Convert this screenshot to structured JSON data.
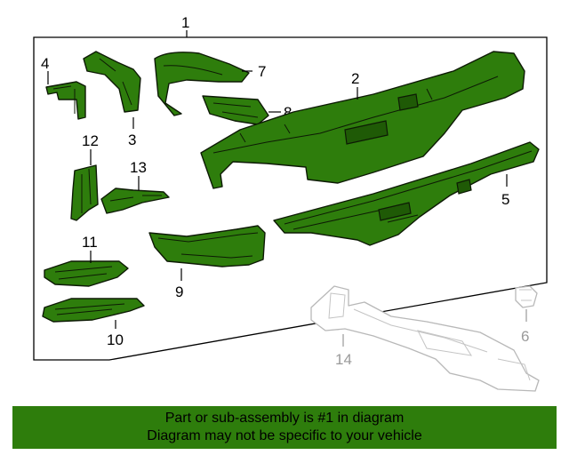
{
  "callouts": {
    "c1": "1",
    "c2": "2",
    "c3": "3",
    "c4": "4",
    "c5": "5",
    "c6": "6",
    "c7": "7",
    "c8": "8",
    "c9": "9",
    "c10": "10",
    "c11": "11",
    "c12": "12",
    "c13": "13",
    "c14": "14"
  },
  "banner": {
    "line1": "Part or sub-assembly is #1 in diagram",
    "line2": "Diagram may not be specific to your vehicle"
  },
  "colors": {
    "highlight": "#2e7d0c",
    "ghost_outline": "#b8b8b8",
    "label_gray": "#9a9a9a"
  }
}
